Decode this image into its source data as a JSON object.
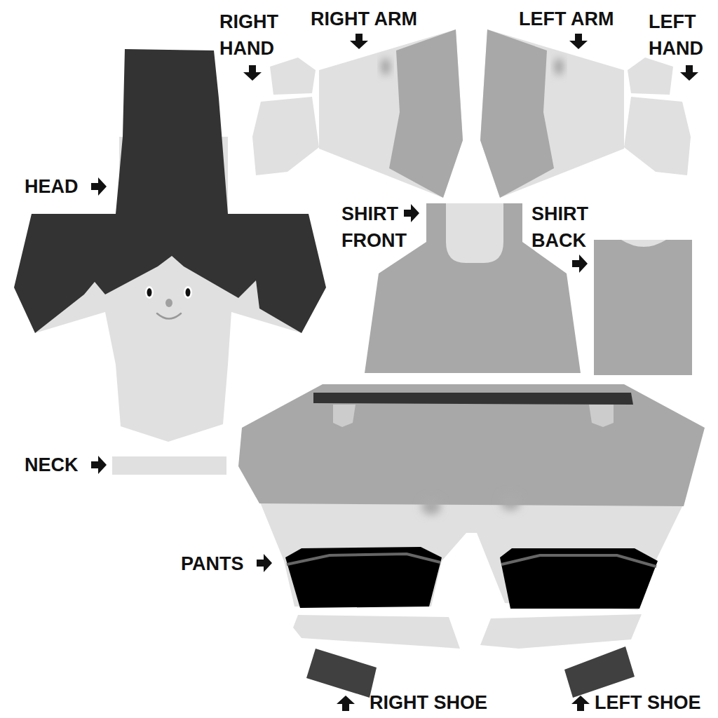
{
  "diagram": {
    "labels": [
      "RIGHT HAND",
      "RIGHT ARM",
      "LEFT ARM",
      "LEFT HAND",
      "HEAD",
      "SHIRT FRONT",
      "SHIRT BACK",
      "NECK",
      "PANTS",
      "RIGHT SHOE",
      "LEFT SHOE"
    ]
  }
}
